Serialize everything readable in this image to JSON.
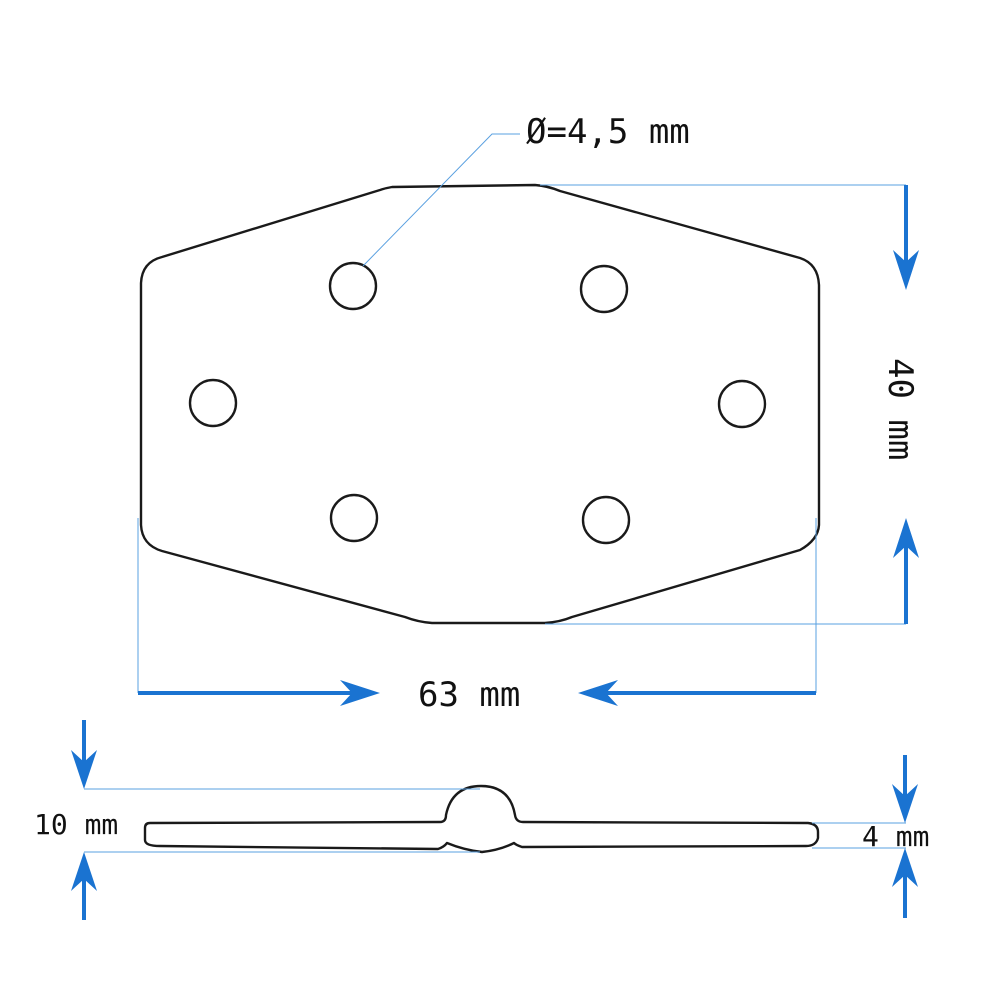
{
  "labels": {
    "hole_diameter": "Ø=4,5 mm",
    "height": "40 mm",
    "width": "63 mm",
    "total_thickness": "10 mm",
    "plate_thickness": "4 mm"
  },
  "colors": {
    "dimension_blue": "#1a73d1",
    "leader_blue": "#5aa0e0",
    "outline": "#1a1a1a"
  }
}
